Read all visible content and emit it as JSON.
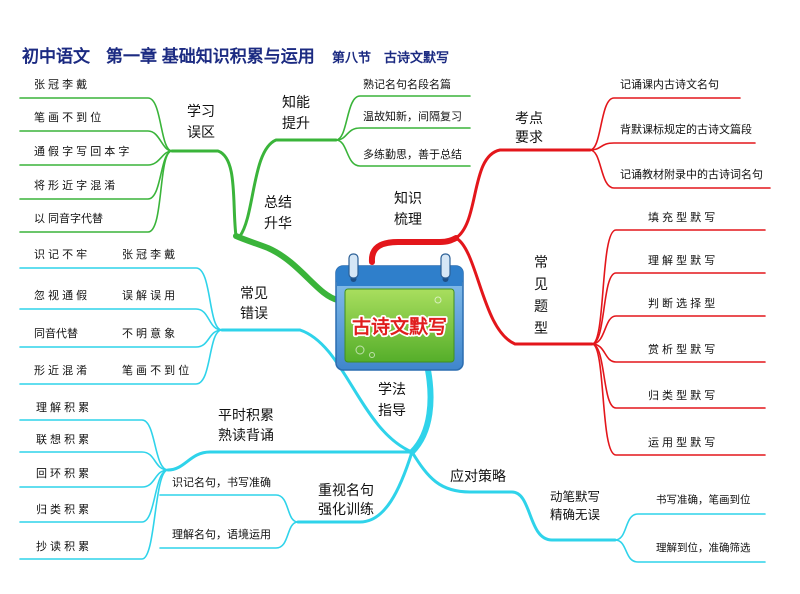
{
  "title": {
    "subject": "初中语文",
    "chapter": "第一章 基础知识积累与运用",
    "section": "第八节",
    "topic": "古诗文默写"
  },
  "center": {
    "label": "古诗文默写",
    "icon": "calendar-icon"
  },
  "colors": {
    "green": "#3ab43a",
    "red": "#e3161b",
    "cyan": "#2fd3ea",
    "title": "#1c2b82",
    "center_text": "#e01e1e"
  },
  "branches": {
    "summary": {
      "label_lines": [
        "总结",
        "升华"
      ],
      "study_pitfalls": {
        "label_lines": [
          "学习",
          "误区"
        ],
        "items": [
          "张 冠 李 戴",
          "笔 画 不 到 位",
          "通 假 字 写 回 本 字",
          "将 形 近 字 混 淆",
          "以 同音字代替"
        ]
      },
      "ability_boost": {
        "label_lines": [
          "知能",
          "提升"
        ],
        "items": [
          "熟记名句名段名篇",
          "温故知新，间隔复习",
          "多练勤思，善于总结"
        ]
      }
    },
    "knowledge": {
      "label_lines": [
        "知识",
        "梳理"
      ],
      "exam_requirements": {
        "label_lines": [
          "考点",
          "要求"
        ],
        "items": [
          "记诵课内古诗文名句",
          "背默课标规定的古诗文篇段",
          "记诵教材附录中的古诗词名句"
        ]
      },
      "question_types": {
        "label_lines": [
          "常",
          "见",
          "题",
          "型"
        ],
        "items": [
          "填 充 型 默 写",
          "理 解 型 默 写",
          "判 断 选 择 型",
          "赏 析 型 默 写",
          "归 类 型 默 写",
          "运 用 型 默 写"
        ]
      }
    },
    "method": {
      "label_lines": [
        "学法",
        "指导"
      ],
      "common_errors": {
        "label_lines": [
          "常见",
          "错误"
        ],
        "items": [
          [
            "识 记 不 牢",
            "张 冠 李 戴"
          ],
          [
            "忽 视 通 假",
            "误 解 误 用"
          ],
          [
            "同音代替",
            "不 明 意 象"
          ],
          [
            "形 近 混 淆",
            "笔 画 不 到 位"
          ]
        ]
      },
      "daily_accumulation": {
        "label_lines": [
          "平时积累",
          "熟读背诵"
        ],
        "items": [
          "理 解 积 累",
          "联 想 积 累",
          "回 环 积 累",
          "归 类 积 累",
          "抄 读 积 累"
        ]
      },
      "famous_lines_training": {
        "label_lines": [
          "重视名句",
          "强化训练"
        ],
        "items": [
          "识记名句，书写准确",
          "理解名句，语境运用"
        ]
      },
      "strategy": {
        "label": "应对策略",
        "dictation": {
          "label_lines": [
            "动笔默写",
            "精确无误"
          ],
          "items": [
            "书写准确，笔画到位",
            "理解到位，准确筛选"
          ]
        }
      }
    }
  }
}
